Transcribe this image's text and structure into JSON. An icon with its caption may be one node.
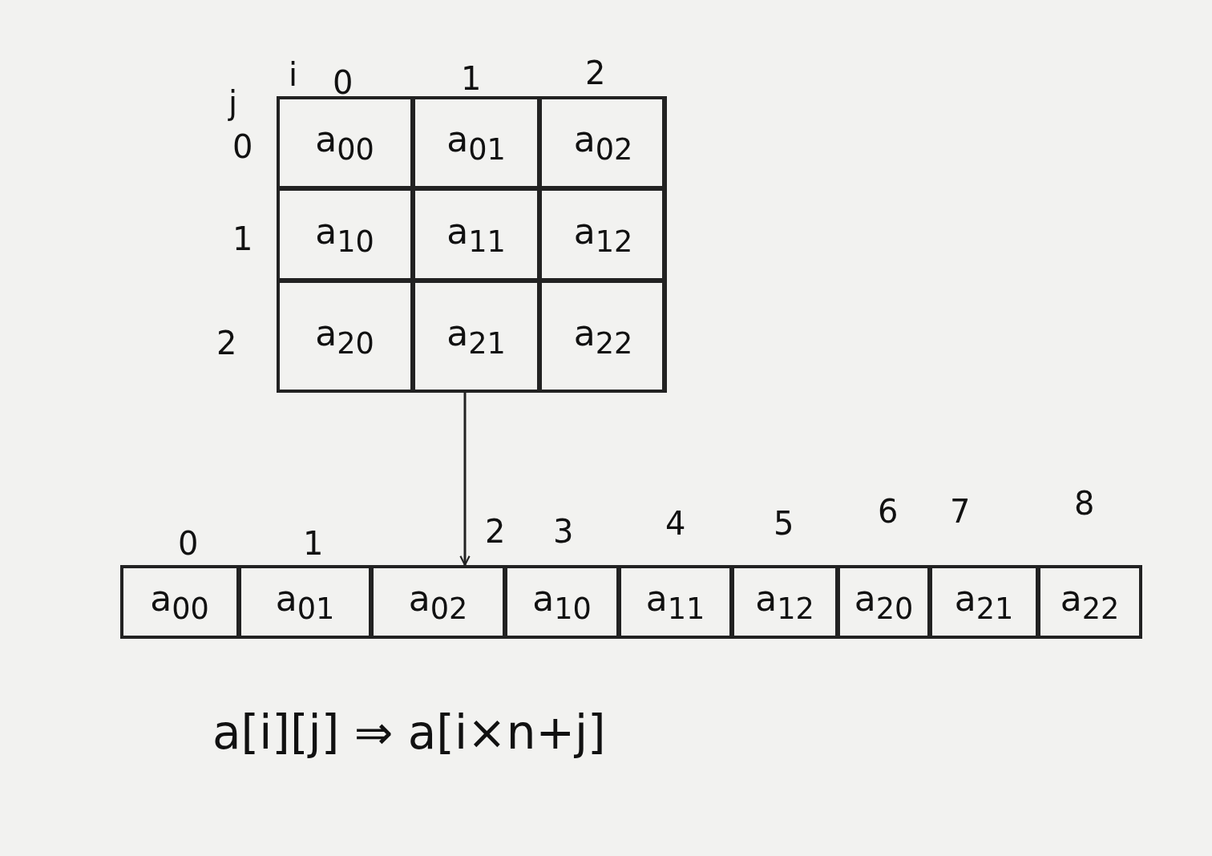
{
  "diagram": {
    "nodes": [
      {
        "text": [],
        "shape": "box"
      },
      {
        "text": [
          "a$_{00}$"
        ],
        "in": 0
      },
      {
        "text": [
          "a$_{01}$"
        ],
        "in": 0
      },
      {
        "text": [
          "a$_{02}$"
        ],
        "in": 0
      },
      {
        "text": [
          "a$_{10}$"
        ],
        "in": 0
      },
      {
        "text": [
          "a$_{11}$"
        ],
        "in": 0
      },
      {
        "text": [
          "a$_{12}$"
        ],
        "in": 0
      },
      {
        "text": [
          "a$_{20}$"
        ],
        "in": 0
      },
      {
        "text": [
          "a$_{21}$"
        ],
        "in": 0
      },
      {
        "text": [
          "a$_{22}$"
        ],
        "in": 0
      },
      {
        "text": [],
        "shape": "box"
      },
      {
        "text": [
          "a$_{00}$"
        ],
        "in": 10
      },
      {
        "text": [
          "a$_{01}$"
        ],
        "in": 10
      },
      {
        "text": [
          "a$_{02}$"
        ],
        "in": 10
      },
      {
        "text": [
          "a$_{10}$"
        ],
        "in": 10
      },
      {
        "text": [
          "a$_{11}$"
        ],
        "in": 10
      },
      {
        "text": [
          "a$_{12}$"
        ],
        "in": 10
      },
      {
        "text": [
          "a$_{20}$"
        ],
        "in": 10
      },
      {
        "text": [
          "a$_{21}$"
        ],
        "in": 10
      },
      {
        "text": [
          "a$_{22}$"
        ],
        "in": 10
      }
    ],
    "edges": [
      {
        "from": 0,
        "to": 10,
        "arrow": "to"
      }
    ],
    "labels": [
      "i",
      "0",
      "1",
      "2",
      "j",
      "0",
      "1",
      "2",
      "0",
      "1",
      "2",
      "3",
      "4",
      "5",
      "6",
      "7",
      "8",
      "a[i][j] ⇒ a[i×n+j]"
    ]
  }
}
